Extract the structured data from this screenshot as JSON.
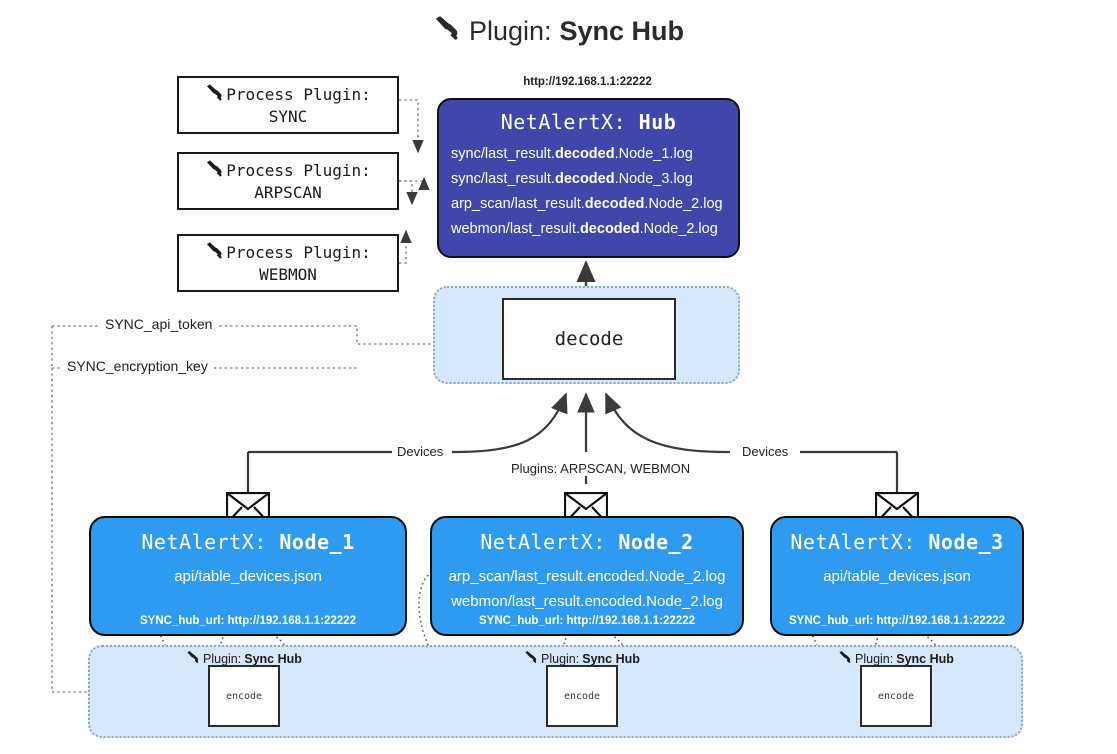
{
  "title": {
    "icon": "plug-icon",
    "prefix": "Plugin:",
    "name": "Sync Hub"
  },
  "process_plugins": [
    {
      "icon": "plug-icon",
      "label": "Process Plugin:",
      "name": "SYNC"
    },
    {
      "icon": "plug-icon",
      "label": "Process Plugin:",
      "name": "ARPSCAN"
    },
    {
      "icon": "plug-icon",
      "label": "Process Plugin:",
      "name": "WEBMON"
    }
  ],
  "hub": {
    "url": "http://192.168.1.1:22222",
    "title_prefix": "NetAlertX:",
    "title_name": "Hub",
    "lines": [
      {
        "pre": "sync/last_result.",
        "bold": "decoded",
        "post": ".Node_1.log"
      },
      {
        "pre": "sync/last_result.",
        "bold": "decoded",
        "post": ".Node_3.log"
      },
      {
        "pre": "arp_scan/last_result.",
        "bold": "decoded",
        "post": ".Node_2.log"
      },
      {
        "pre": "webmon/last_result.",
        "bold": "decoded",
        "post": ".Node_2.log"
      }
    ]
  },
  "decode": {
    "label": "decode"
  },
  "tokens": {
    "api_token": "SYNC_api_token",
    "encryption_key": "SYNC_encryption_key"
  },
  "edge_labels": {
    "devices_left": "Devices",
    "devices_right": "Devices",
    "plugins_center": "Plugins: ARPSCAN, WEBMON"
  },
  "nodes": [
    {
      "icon": "envelope-icon",
      "title_prefix": "NetAlertX:",
      "title_name": "Node_1",
      "lines": [
        "api/table_devices.json"
      ],
      "url_label": "SYNC_hub_url: http://192.168.1.1:22222"
    },
    {
      "icon": "envelope-icon",
      "title_prefix": "NetAlertX:",
      "title_name": "Node_2",
      "lines": [
        "arp_scan/last_result.encoded.Node_2.log",
        "webmon/last_result.encoded.Node_2.log"
      ],
      "url_label": "SYNC_hub_url: http://192.168.1.1:22222"
    },
    {
      "icon": "envelope-icon",
      "title_prefix": "NetAlertX:",
      "title_name": "Node_3",
      "lines": [
        "api/table_devices.json"
      ],
      "url_label": "SYNC_hub_url: http://192.168.1.1:22222"
    }
  ],
  "encoders": [
    {
      "caption_prefix": "Plugin:",
      "caption_name": "Sync Hub",
      "box_label": "encode",
      "icon": "plug-icon"
    },
    {
      "caption_prefix": "Plugin:",
      "caption_name": "Sync Hub",
      "box_label": "encode",
      "icon": "plug-icon"
    },
    {
      "caption_prefix": "Plugin:",
      "caption_name": "Sync Hub",
      "box_label": "encode",
      "icon": "plug-icon"
    }
  ],
  "colors": {
    "hub_fill": "#3f47ab",
    "node_fill": "#2e9bf0",
    "container_fill": "#d6e8fb",
    "container_border": "#8fa6bb",
    "stroke": "#2b2b2b",
    "page_bg": "#ffffff"
  }
}
